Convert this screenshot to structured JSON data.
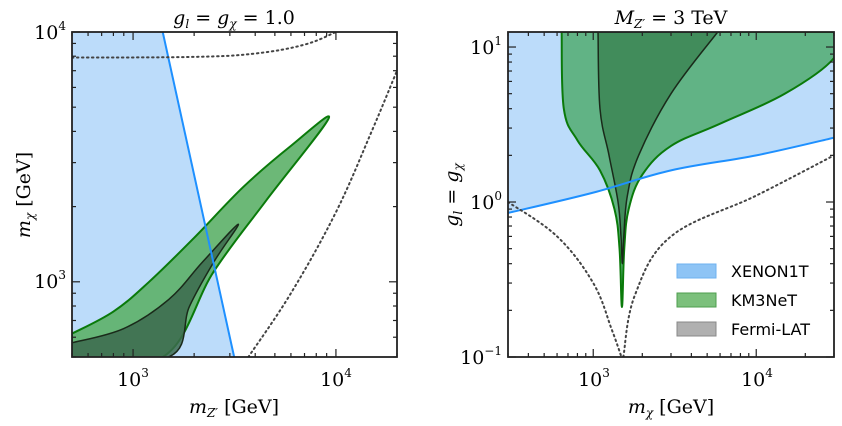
{
  "chart_data": [
    {
      "type": "area",
      "panel": "left",
      "title": "g_l = g_χ = 1.0",
      "xlabel": "m_Z' [GeV]",
      "ylabel": "m_χ [GeV]",
      "xscale": "log",
      "yscale": "log",
      "xlim": [
        500,
        20000
      ],
      "ylim": [
        500,
        10000
      ],
      "xticks_major": [
        "10^3",
        "10^4"
      ],
      "yticks_major": [
        "10^3",
        "10^4"
      ],
      "series": [
        {
          "name": "XENON1T",
          "kind": "excluded-region",
          "color": "#1e90ff",
          "fill": "#bcdcfa",
          "boundary": [
            [
              1400,
              10000
            ],
            [
              3150,
              500
            ]
          ],
          "note": "region to the left of the blue line is shaded"
        },
        {
          "name": "KM3NeT",
          "kind": "region",
          "color": "#0a7a0a",
          "fill": "#5cb068",
          "outline": [
            [
              500,
              620
            ],
            [
              800,
              760
            ],
            [
              1200,
              1000
            ],
            [
              2000,
              1500
            ],
            [
              3500,
              2400
            ],
            [
              6000,
              3500
            ],
            [
              9200,
              4500
            ],
            [
              4500,
              2100
            ],
            [
              2500,
              1100
            ],
            [
              1400,
              500
            ],
            [
              500,
              500
            ]
          ]
        },
        {
          "name": "Fermi-LAT",
          "kind": "region",
          "color": "#1a1a1a",
          "fill": "#3f6e52",
          "outline": [
            [
              500,
              570
            ],
            [
              900,
              650
            ],
            [
              1500,
              850
            ],
            [
              2200,
              1200
            ],
            [
              3300,
              1700
            ],
            [
              2500,
              1200
            ],
            [
              1900,
              800
            ],
            [
              1500,
              500
            ],
            [
              500,
              500
            ]
          ]
        },
        {
          "name": "relic-density-upper",
          "kind": "dotted-line",
          "color": "#444444",
          "points": [
            [
              500,
              7900
            ],
            [
              2000,
              7950
            ],
            [
              4000,
              8200
            ],
            [
              7000,
              8900
            ],
            [
              10000,
              10000
            ]
          ]
        },
        {
          "name": "relic-density-lower",
          "kind": "dotted-line",
          "color": "#444444",
          "points": [
            [
              3700,
              500
            ],
            [
              6000,
              900
            ],
            [
              10000,
              1900
            ],
            [
              15000,
              4000
            ],
            [
              20000,
              7000
            ]
          ]
        }
      ]
    },
    {
      "type": "area",
      "panel": "right",
      "title": "M_Z' = 3 TeV",
      "xlabel": "m_χ [GeV]",
      "ylabel": "g_l = g_χ",
      "xscale": "log",
      "yscale": "log",
      "xlim": [
        300,
        30000
      ],
      "ylim": [
        0.1,
        12.5
      ],
      "xticks_major": [
        "10^3",
        "10^4"
      ],
      "yticks_major": [
        "10^-1",
        "10^0",
        "10^1"
      ],
      "series": [
        {
          "name": "XENON1T",
          "kind": "excluded-region",
          "color": "#1e90ff",
          "fill": "#bcdcfa",
          "boundary": [
            [
              300,
              0.85
            ],
            [
              1000,
              1.15
            ],
            [
              3000,
              1.6
            ],
            [
              10000,
              2.0
            ],
            [
              30000,
              2.6
            ]
          ],
          "note": "region above the blue line is shaded"
        },
        {
          "name": "KM3NeT",
          "kind": "region",
          "color": "#0a7a0a",
          "fill": "#5cb07e",
          "outline": [
            [
              640,
              12.5
            ],
            [
              660,
              4.0
            ],
            [
              800,
              2.5
            ],
            [
              1100,
              1.6
            ],
            [
              1350,
              0.9
            ],
            [
              1450,
              0.5
            ],
            [
              1500,
              0.21
            ],
            [
              1550,
              0.5
            ],
            [
              1650,
              0.9
            ],
            [
              2000,
              1.5
            ],
            [
              3000,
              2.3
            ],
            [
              6000,
              3.2
            ],
            [
              15000,
              5.0
            ],
            [
              30000,
              8.5
            ],
            [
              30000,
              12.5
            ]
          ]
        },
        {
          "name": "Fermi-LAT",
          "kind": "region",
          "color": "#1a1a1a",
          "fill": "#3f8c58",
          "outline": [
            [
              1070,
              12.5
            ],
            [
              1100,
              4.0
            ],
            [
              1250,
              2.0
            ],
            [
              1420,
              1.0
            ],
            [
              1480,
              0.6
            ],
            [
              1510,
              0.4
            ],
            [
              1540,
              0.6
            ],
            [
              1620,
              1.1
            ],
            [
              1900,
              2.0
            ],
            [
              3000,
              5.0
            ],
            [
              5800,
              12.5
            ]
          ]
        },
        {
          "name": "relic-density-left",
          "kind": "dotted-line",
          "color": "#444444",
          "points": [
            [
              300,
              1.0
            ],
            [
              600,
              0.6
            ],
            [
              1000,
              0.3
            ],
            [
              1300,
              0.15
            ],
            [
              1490,
              0.1
            ]
          ]
        },
        {
          "name": "relic-density-right",
          "kind": "dotted-line",
          "color": "#444444",
          "points": [
            [
              1530,
              0.1
            ],
            [
              1800,
              0.25
            ],
            [
              3000,
              0.6
            ],
            [
              10000,
              1.1
            ],
            [
              30000,
              2.0
            ]
          ]
        }
      ]
    }
  ],
  "legend": {
    "items": [
      {
        "label": "XENON1T",
        "fill": "#8ec4f5",
        "stroke": "#6eb2f0"
      },
      {
        "label": "KM3NeT",
        "fill": "#7cc07c",
        "stroke": "#4e9e4e"
      },
      {
        "label": "Fermi-LAT",
        "fill": "#b0b0b0",
        "stroke": "#888888"
      }
    ]
  },
  "labels": {
    "left_title_a": "g",
    "left_title_sub_l": "l",
    "left_title_eq": " = ",
    "left_title_b": "g",
    "left_title_sub_chi": "χ",
    "left_title_val": " = 1.0",
    "right_title_M": "M",
    "right_title_sub": "Z′",
    "right_title_rest": " = 3 TeV",
    "left_xlabel_m": "m",
    "left_xlabel_sub": "Z′",
    "left_xlabel_unit": " [GeV]",
    "left_ylabel_m": "m",
    "left_ylabel_sub": "χ",
    "left_ylabel_unit": " [GeV]",
    "right_xlabel_m": "m",
    "right_xlabel_sub": "χ",
    "right_xlabel_unit": " [GeV]",
    "right_ylabel": "g",
    "right_ylabel_sub_l": "l",
    "right_ylabel_eq": " = g",
    "right_ylabel_sub_chi": "χ",
    "tick_10": "10",
    "exp_3": "3",
    "exp_4": "4",
    "exp_1": "1",
    "exp_0": "0",
    "exp_m1": "−1"
  }
}
